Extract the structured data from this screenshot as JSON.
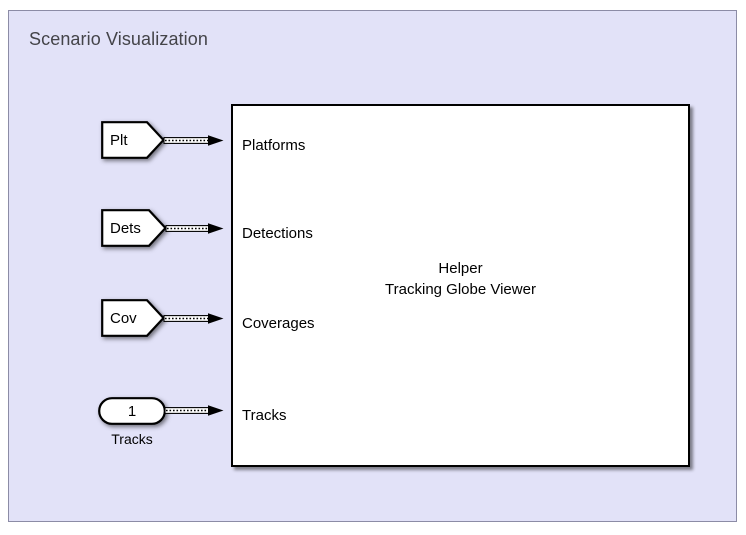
{
  "subsystem": {
    "title": "Scenario Visualization",
    "background_color": "#e2e2f8",
    "border_color": "#8c8ca6"
  },
  "main_block": {
    "name": "helper-tracking-globe-viewer-block",
    "label": "Helper\nTracking Globe Viewer",
    "label_line1": "Helper",
    "label_line2": "Tracking Globe Viewer",
    "fill_color": "#ffffff",
    "border_color": "#000000",
    "inports": [
      {
        "label": "Platforms"
      },
      {
        "label": "Detections"
      },
      {
        "label": "Coverages"
      },
      {
        "label": "Tracks"
      }
    ]
  },
  "source_blocks": [
    {
      "id": "plt",
      "shape": "pentagon",
      "text": "Plt",
      "under_label": "",
      "connects_to": "Platforms"
    },
    {
      "id": "dets",
      "shape": "pentagon",
      "text": "Dets",
      "under_label": "",
      "connects_to": "Detections"
    },
    {
      "id": "cov",
      "shape": "pentagon",
      "text": "Cov",
      "under_label": "",
      "connects_to": "Coverages"
    },
    {
      "id": "tracks",
      "shape": "stadium",
      "text": "1",
      "under_label": "Tracks",
      "connects_to": "Tracks"
    }
  ],
  "signals": [
    {
      "name": "signal-plt-to-platforms",
      "style": "bus"
    },
    {
      "name": "signal-dets-to-detections",
      "style": "bus"
    },
    {
      "name": "signal-cov-to-coverages",
      "style": "bus"
    },
    {
      "name": "signal-tracks-to-tracks",
      "style": "bus"
    }
  ],
  "colors": {
    "canvas": "#ffffff",
    "subsystem_fill": "#e2e2f8",
    "subsystem_border": "#8c8ca6",
    "block_fill": "#ffffff",
    "line": "#000000",
    "title_text": "#444449",
    "body_text": "#000000"
  }
}
